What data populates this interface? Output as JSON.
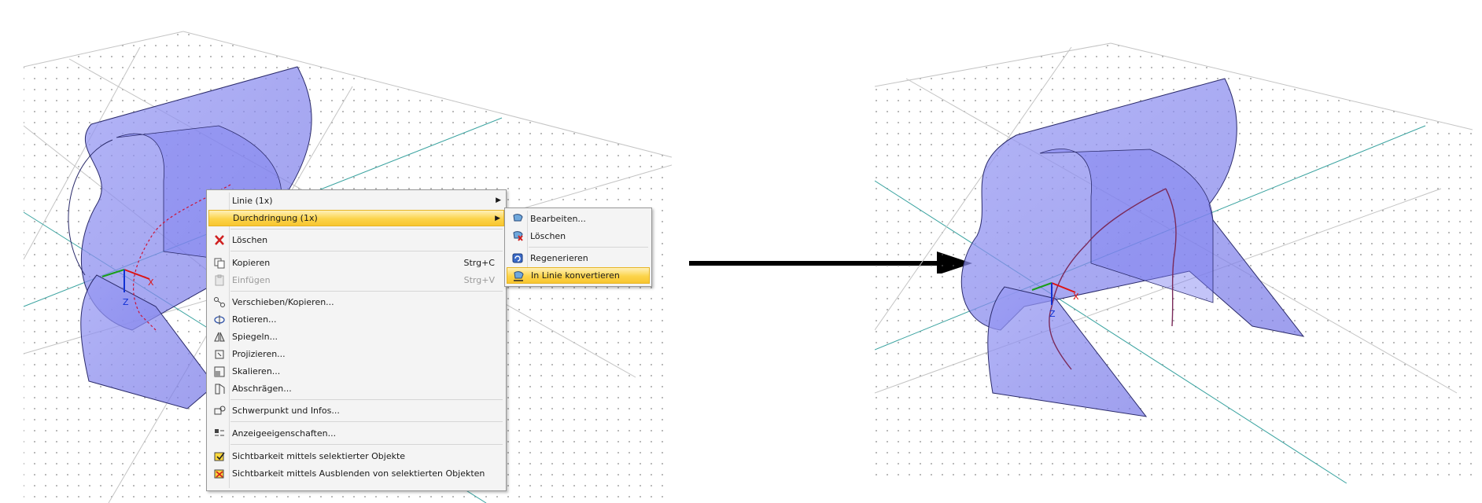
{
  "context_menu": {
    "items": [
      {
        "label": "Linie (1x)",
        "has_submenu": true
      },
      {
        "label": "Durchdringung (1x)",
        "has_submenu": true,
        "highlighted": true
      },
      {
        "label": "Löschen",
        "icon": "delete-icon"
      },
      {
        "label": "Kopieren",
        "shortcut": "Strg+C",
        "icon": "copy-icon"
      },
      {
        "label": "Einfügen",
        "shortcut": "Strg+V",
        "disabled": true,
        "icon": "paste-icon"
      },
      {
        "label": "Verschieben/Kopieren...",
        "icon": "move-copy-icon"
      },
      {
        "label": "Rotieren...",
        "icon": "rotate-icon"
      },
      {
        "label": "Spiegeln...",
        "icon": "mirror-icon"
      },
      {
        "label": "Projizieren...",
        "icon": "project-icon"
      },
      {
        "label": "Skalieren...",
        "icon": "scale-icon"
      },
      {
        "label": "Abschrägen...",
        "icon": "shear-icon"
      },
      {
        "label": "Schwerpunkt und Infos...",
        "icon": "centroid-info-icon"
      },
      {
        "label": "Anzeigeeigenschaften...",
        "icon": "display-properties-icon"
      },
      {
        "label": "Sichtbarkeit mittels selektierter Objekte",
        "icon": "visibility-selected-icon"
      },
      {
        "label": "Sichtbarkeit mittels Ausblenden von selektierten Objekten",
        "icon": "visibility-hide-selected-icon"
      }
    ]
  },
  "submenu": {
    "items": [
      {
        "label": "Bearbeiten...",
        "icon": "edit-icon"
      },
      {
        "label": "Löschen",
        "icon": "delete-icon"
      },
      {
        "label": "Regenerieren",
        "icon": "regenerate-icon"
      },
      {
        "label": "In Linie konvertieren",
        "highlighted": true,
        "icon": "convert-to-line-icon"
      }
    ]
  },
  "axes": {
    "x_label": "X",
    "z_label": "Z"
  },
  "colors": {
    "surface_fill": "#8080ee",
    "surface_edge": "#2a2a6a",
    "grid_line": "#b8b8b8",
    "axis_line": "#3aa3a0",
    "intersection_line": "#cc1133",
    "menu_highlight": "#fcd44a",
    "arrow": "#000000"
  }
}
